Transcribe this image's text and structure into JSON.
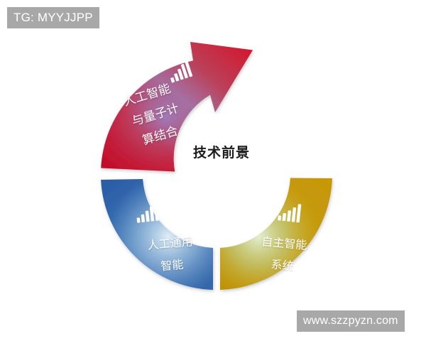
{
  "watermarks": {
    "top_left": "TG: MYYJJPP",
    "bottom_right": "www.szzpyzn.com"
  },
  "diagram": {
    "center_title": "技术前景",
    "type": "circular-arrow-donut",
    "segments": [
      {
        "id": "red",
        "name": "人工智能与量子计算结合",
        "lines": [
          "人工智能",
          "与量子计",
          "算结合"
        ],
        "color_start": "#c8102e",
        "color_mid": "#8f6fae",
        "color_end": "#d81028",
        "icon": "signal-bars-icon",
        "has_arrowhead": true
      },
      {
        "id": "blue",
        "name": "人工通用智能",
        "lines": [
          "人工通用",
          "智能"
        ],
        "color_start": "#2f62a8",
        "color_mid": "#cfe4ee",
        "color_end": "#3f72b4",
        "icon": "signal-bars-icon",
        "has_arrowhead": false
      },
      {
        "id": "gold",
        "name": "自主智能系统",
        "lines": [
          "自主智能",
          "系统"
        ],
        "color_start": "#c99a06",
        "color_mid": "#bfe0b0",
        "color_end": "#c79a08",
        "icon": "signal-bars-icon",
        "has_arrowhead": false
      }
    ]
  },
  "icons": {
    "signal_bars": "signal-bars-icon"
  },
  "colors": {
    "background": "#ffffff",
    "watermark_bg": "#a8a8a8",
    "watermark_text": "#ffffff",
    "title_text": "#1c1c1c",
    "label_text": "#ffffff"
  }
}
